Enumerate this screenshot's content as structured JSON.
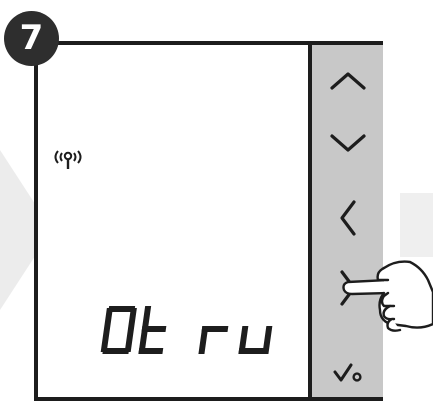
{
  "step": {
    "number": "7"
  },
  "display": {
    "text": "0t ru",
    "signal_icon": "wireless-signal-icon"
  },
  "buttons": [
    {
      "name": "up-button",
      "icon": "chevron-up-icon"
    },
    {
      "name": "down-button",
      "icon": "chevron-down-icon"
    },
    {
      "name": "left-button",
      "icon": "chevron-left-icon"
    },
    {
      "name": "right-button",
      "icon": "chevron-right-icon"
    },
    {
      "name": "confirm-button",
      "icon": "checkmark-icon"
    }
  ],
  "pointer": {
    "icon": "pointing-hand-icon",
    "target": "right-button"
  },
  "colors": {
    "frame": "#1d1d1d",
    "panel": "#c8c8c8",
    "badge": "#2e2e2e"
  }
}
